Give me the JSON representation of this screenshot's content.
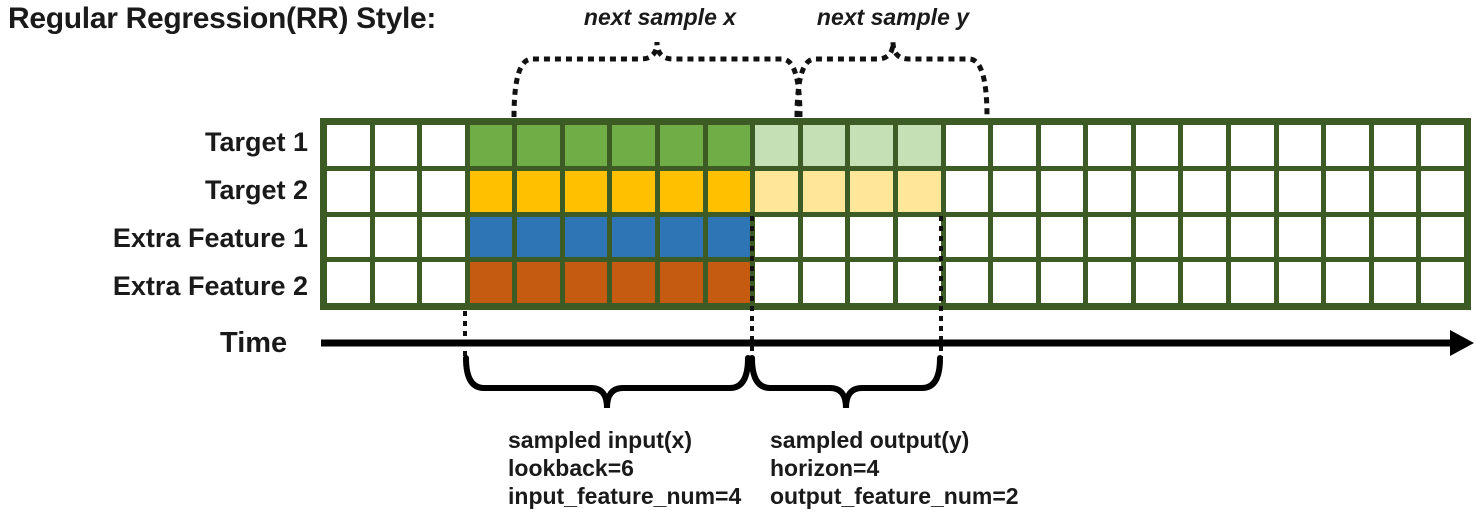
{
  "title": "Regular Regression(RR) Style:",
  "annotations": {
    "next_sample_x": "next sample x",
    "next_sample_y": "next sample y"
  },
  "grid": {
    "columns": 24,
    "input_start_col": 4,
    "input_end_col": 9,
    "output_start_col": 10,
    "output_end_col": 13,
    "border_color": "#3D5B25",
    "empty_color": "#FFFFFF",
    "rows": [
      {
        "label": "Target 1",
        "input_color": "#70AD47",
        "output_color": "#C5E0B4"
      },
      {
        "label": "Target 2",
        "input_color": "#FFC000",
        "output_color": "#FFE699"
      },
      {
        "label": "Extra Feature 1",
        "input_color": "#2E75B6",
        "output_color": null
      },
      {
        "label": "Extra Feature 2",
        "input_color": "#C55A11",
        "output_color": null
      }
    ]
  },
  "time_axis": {
    "label": "Time"
  },
  "callouts": {
    "input": {
      "lines": [
        "sampled input(x)",
        "lookback=6",
        "input_feature_num=4"
      ]
    },
    "output": {
      "lines": [
        "sampled output(y)",
        "horizon=4",
        "output_feature_num=2"
      ]
    }
  },
  "params": {
    "lookback": 6,
    "horizon": 4,
    "input_feature_num": 4,
    "output_feature_num": 2
  }
}
